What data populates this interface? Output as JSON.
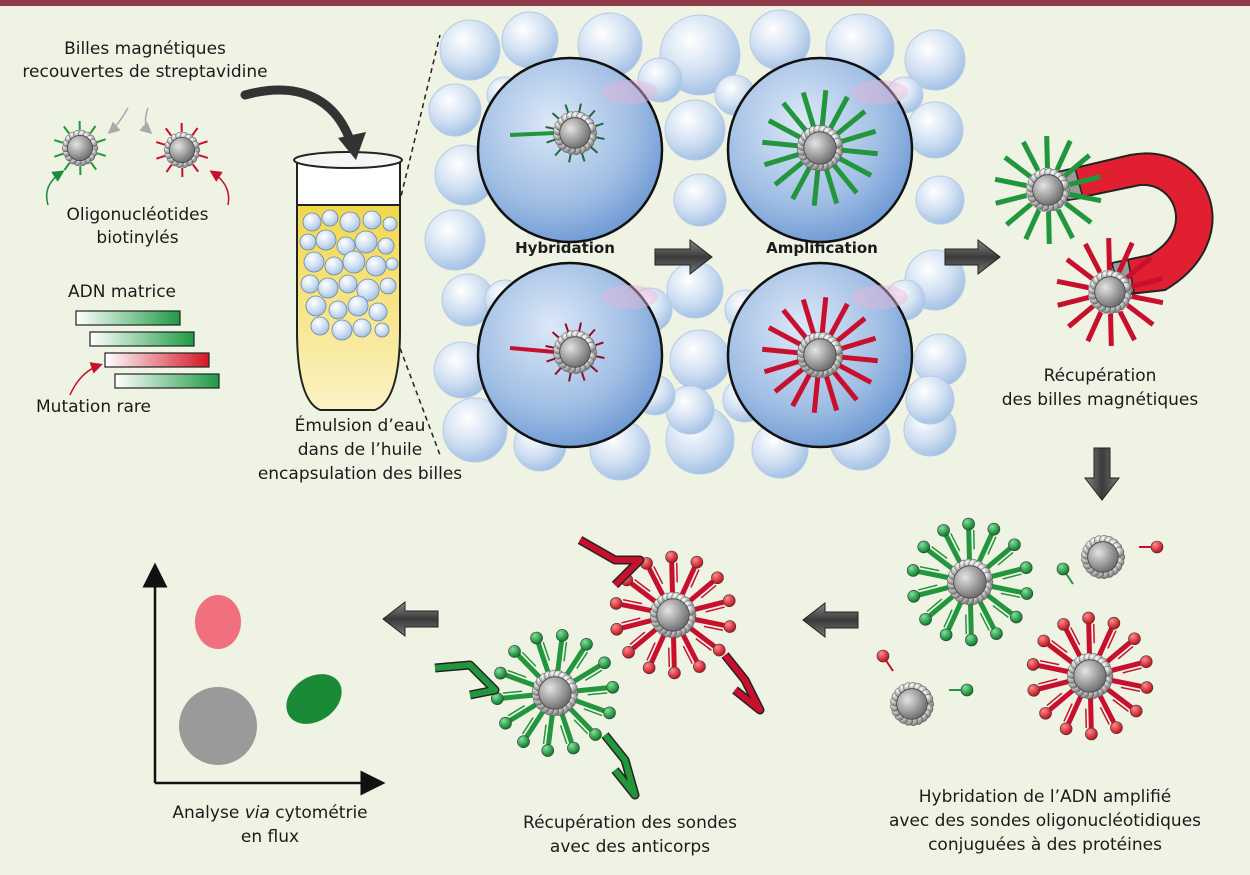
{
  "diagram": {
    "colors": {
      "background": "#eef3e4",
      "top_rule": "#8e3a48",
      "bead": "#8e8e8e",
      "green": "#22963c",
      "red": "#c8102e",
      "droplet": "#9bbbe2",
      "oil": "#f3e27a",
      "magnet": "#e02030",
      "arrow": "#555555"
    },
    "labels": {
      "beads_title_l1": "Billes magnétiques",
      "beads_title_l2": "recouvertes de streptavidine",
      "oligo_l1": "Oligonucléotides",
      "oligo_l2": "biotinylés",
      "adn_matrice": "ADN matrice",
      "mutation_rare": "Mutation rare",
      "emulsion_l1": "Émulsion d’eau",
      "emulsion_l2": "dans de l’huile",
      "emulsion_l3": "encapsulation des billes",
      "hybridation": "Hybridation",
      "amplification": "Amplification",
      "recup_magnet_l1": "Récupération",
      "recup_magnet_l2": "des billes magnétiques",
      "hybrid_adn_l1": "Hybridation de l’ADN amplifié",
      "hybrid_adn_l2": "avec des sondes oligonucléotidiques",
      "hybrid_adn_l3": "conjuguées à des protéines",
      "recup_sondes_l1": "Récupération des sondes",
      "recup_sondes_l2": "avec des anticorps",
      "analyse_pre": "Analyse ",
      "analyse_via": "via",
      "analyse_post": " cytométrie",
      "analyse_l2": "en flux"
    }
  }
}
